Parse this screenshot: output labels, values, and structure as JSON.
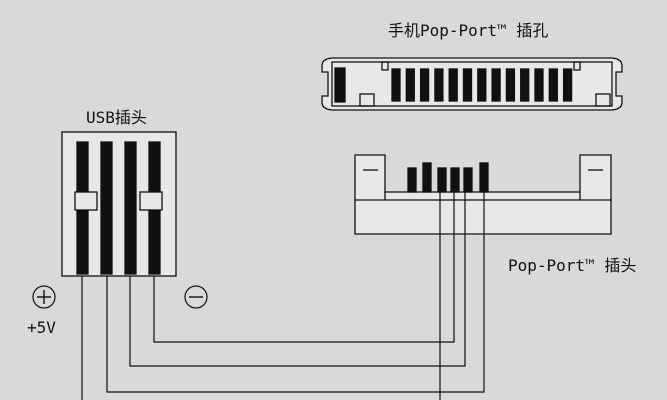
{
  "labels": {
    "phone_socket": "手机Pop-Port™ 插孔",
    "usb_plug": "USB插头",
    "popport_plug": "Pop-Port™ 插头",
    "plus_symbol": "+",
    "plus_label": "+5V",
    "minus_symbol": "−"
  },
  "colors": {
    "background": "#d9d9d9",
    "line": "#111111",
    "connector_fill": "#e8e8e8"
  }
}
